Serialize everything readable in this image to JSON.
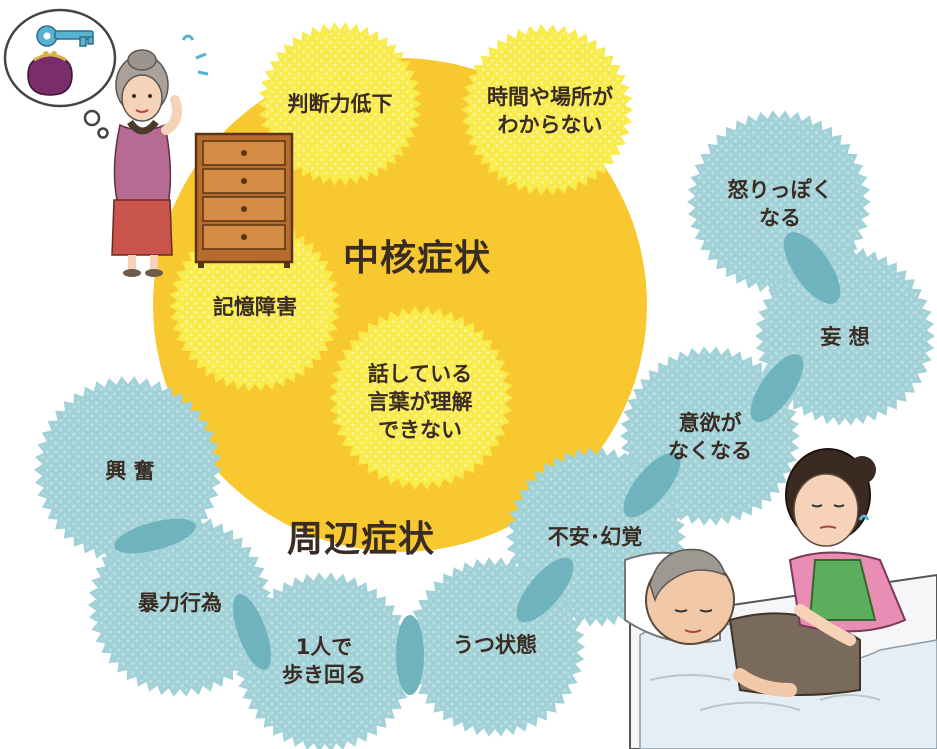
{
  "core": {
    "title": "中核症状",
    "items": {
      "judgment": "判断力低下",
      "orientation": "時間や場所が\nわからない",
      "memory": "記憶障害",
      "language": "話している\n言葉が理解\nできない"
    }
  },
  "peripheral": {
    "title": "周辺症状",
    "items": {
      "irritable": "怒りっぽく\nなる",
      "delusion": "妄 想",
      "apathy": "意欲が\nなくなる",
      "anxiety": "不安･幻覚",
      "depression": "うつ状態",
      "wandering": "1人で\n歩き回る",
      "violence": "暴力行為",
      "excitement": "興 奮"
    }
  },
  "colors": {
    "core_fill": "#f7c830",
    "core_blob": "#f8eb4a",
    "core_blob_dots": "#fbf6b0",
    "peripheral_blob": "#a2d2d8",
    "peripheral_dots": "#c4e3e7",
    "overlap": "#6fb3bd",
    "text": "#3a2c23"
  },
  "illustrations": {
    "top_left": "elderly-woman-forgetting-keys-and-purse-icon",
    "bottom_right": "caregiver-with-elderly-man-in-bed-icon"
  }
}
